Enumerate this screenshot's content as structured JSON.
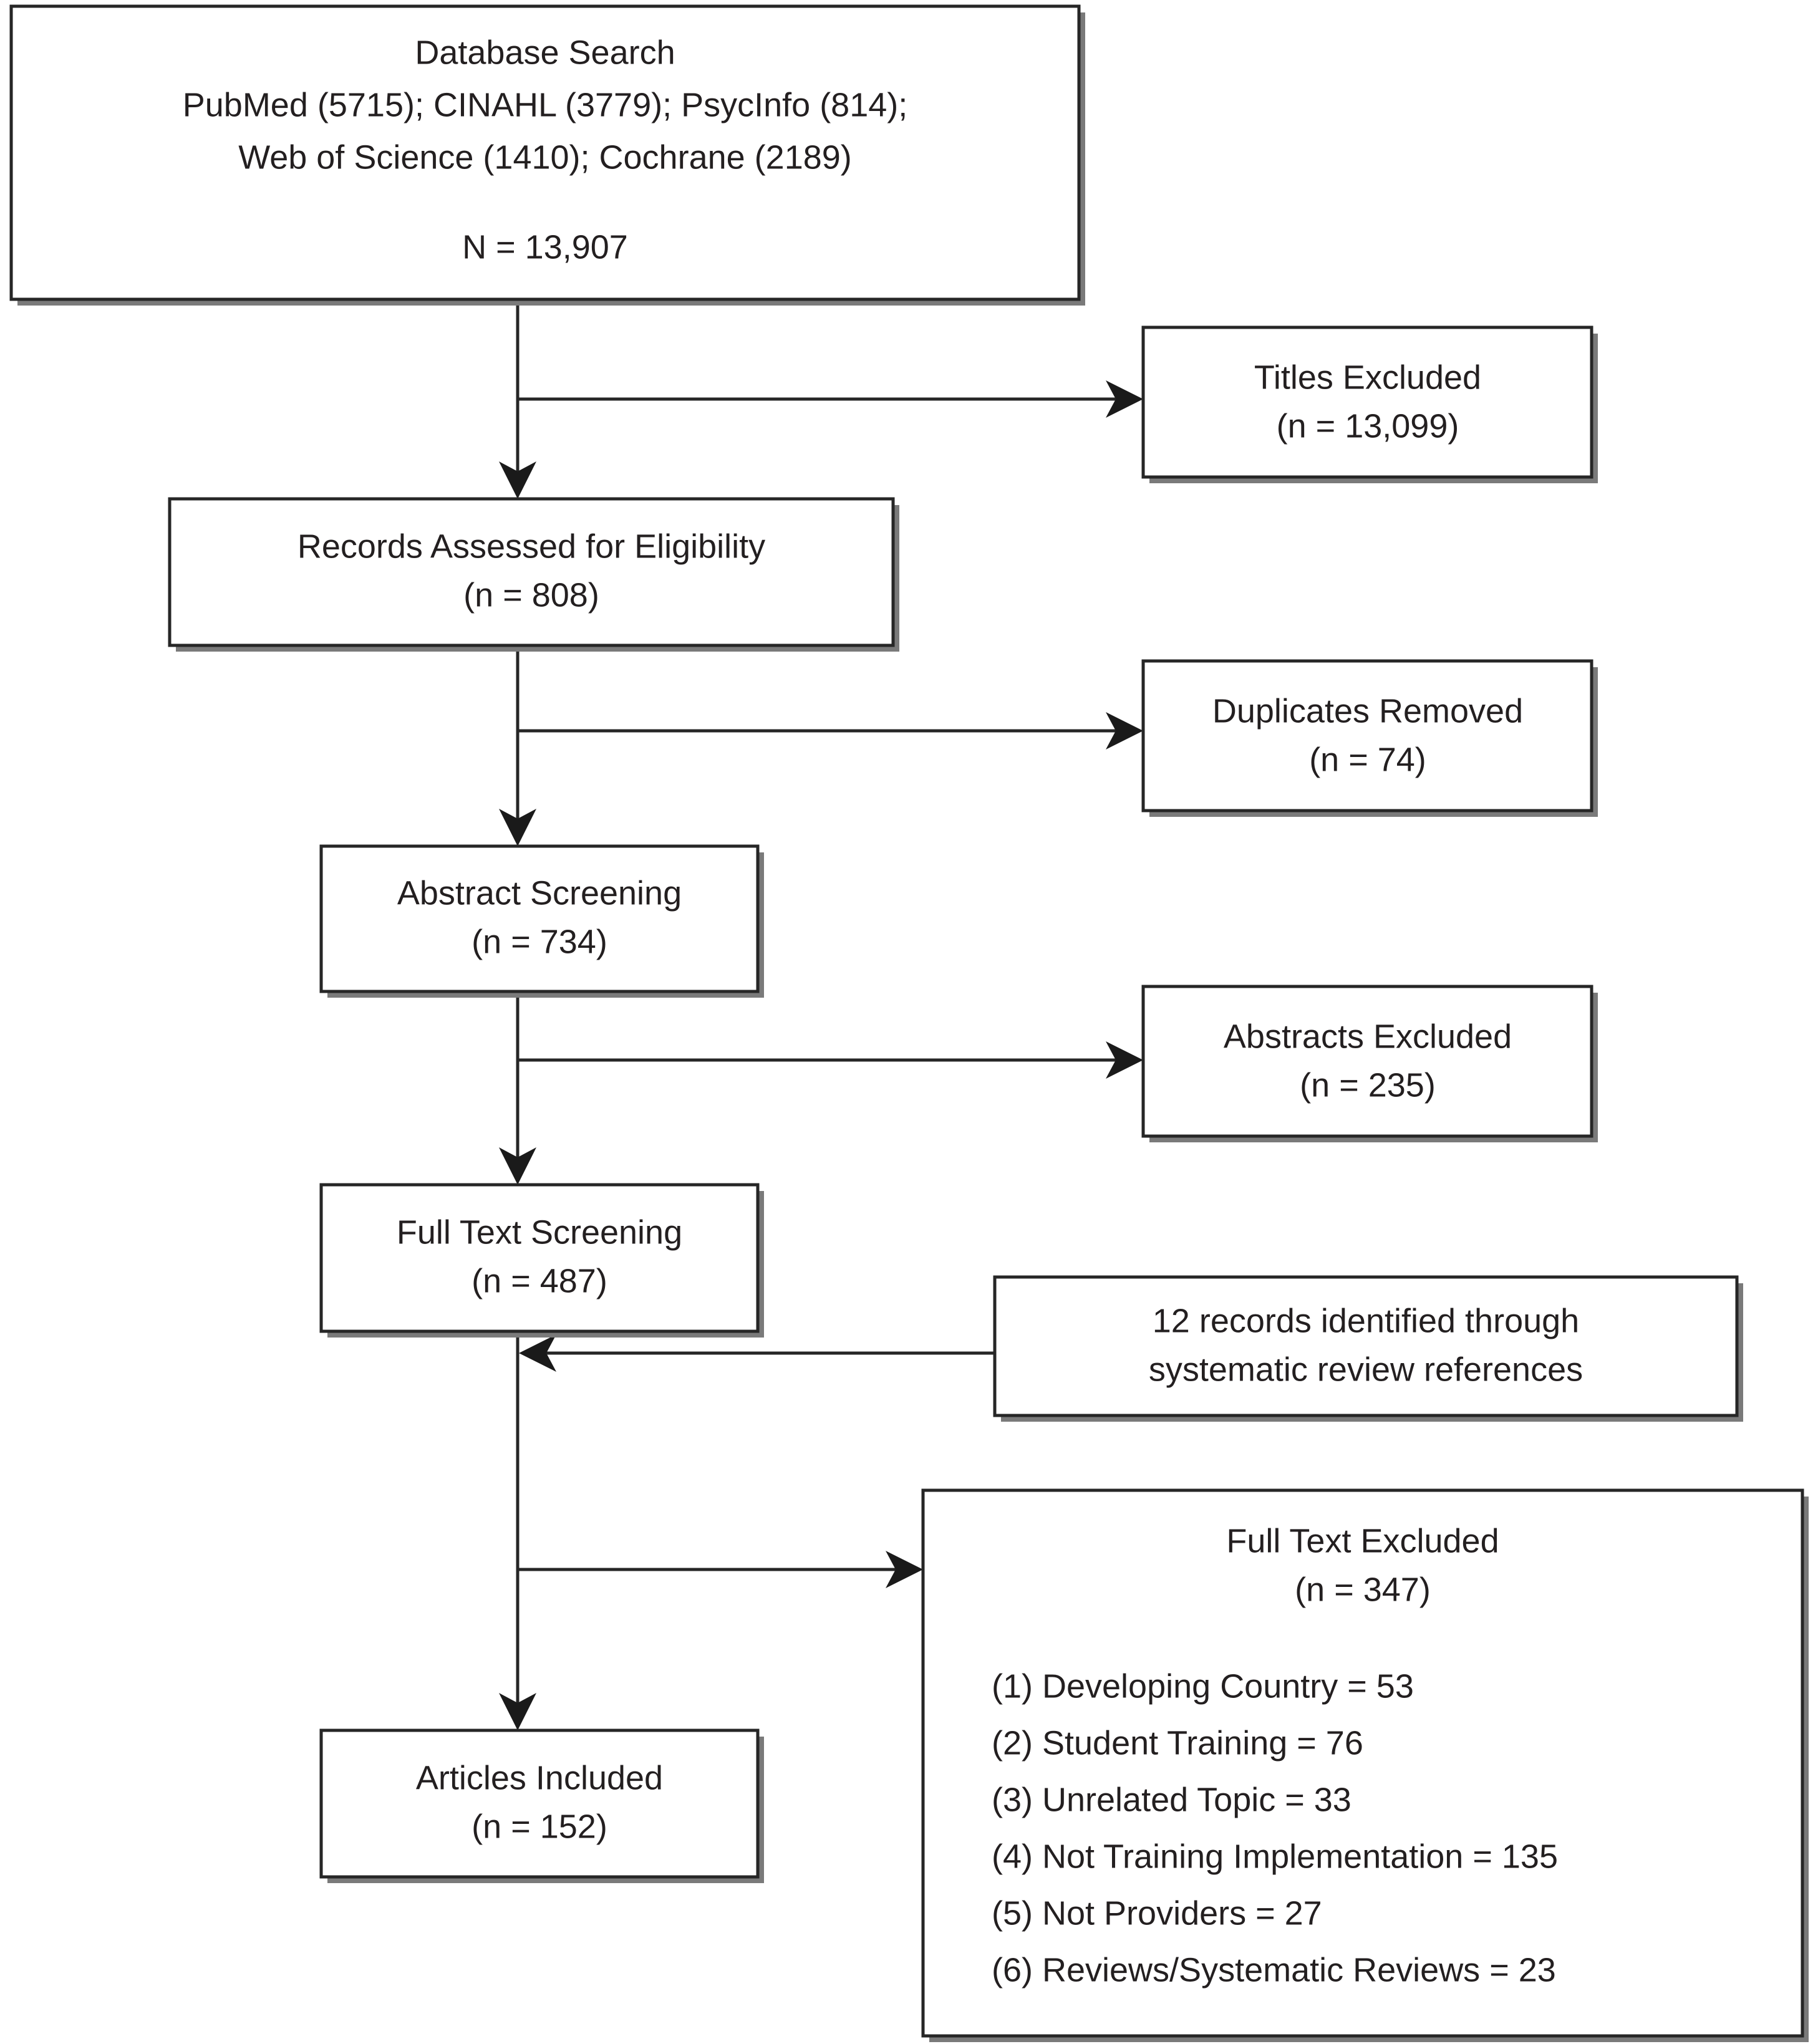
{
  "diagram": {
    "type": "prisma-flow-diagram",
    "title": "PRISMA Study Selection Flow Diagram",
    "nodes": {
      "database_search": {
        "label": "Database Search",
        "lines": [
          "Database Search",
          "PubMed (5715);  CINAHL (3779);  PsycInfo (814);",
          "Web of Science  (1410); Cochrane (2189)",
          "N = 13,907"
        ],
        "sources": [
          {
            "name": "PubMed",
            "count": 5715
          },
          {
            "name": "CINAHL",
            "count": 3779
          },
          {
            "name": "PsycInfo",
            "count": 814
          },
          {
            "name": "Web of Science",
            "count": 1410
          },
          {
            "name": "Cochrane",
            "count": 2189
          }
        ],
        "total_label": "N = 13,907",
        "total": 13907
      },
      "titles_excluded": {
        "line1": "Titles Excluded",
        "line2": "(n = 13,099)",
        "n": 13099
      },
      "records_assessed": {
        "line1": "Records Assessed for Eligibility",
        "line2": "(n = 808)",
        "n": 808
      },
      "duplicates_removed": {
        "line1": "Duplicates Removed",
        "line2": "(n = 74)",
        "n": 74
      },
      "abstract_screening": {
        "line1": "Abstract Screening",
        "line2": "(n = 734)",
        "n": 734
      },
      "abstracts_excluded": {
        "line1": "Abstracts Excluded",
        "line2": "(n = 235)",
        "n": 235
      },
      "full_text_screening": {
        "line1": "Full Text Screening",
        "line2": "(n = 487)",
        "n": 487
      },
      "additional_records": {
        "line1": "12 records identified through",
        "line2": "systematic review references",
        "n": 12
      },
      "full_text_excluded": {
        "line1": "Full Text Excluded",
        "line2": "(n = 347)",
        "n": 347,
        "reasons": [
          "(1) Developing Country = 53",
          "(2) Student Training = 76",
          "(3) Unrelated Topic = 33",
          "(4) Not Training Implementation = 135",
          "(5) Not Providers = 27",
          "(6) Reviews/Systematic Reviews = 23"
        ]
      },
      "articles_included": {
        "line1": "Articles Included",
        "line2": "(n = 152)",
        "n": 152
      }
    },
    "colors": {
      "box_border": "#262626",
      "box_fill": "#ffffff",
      "text": "#231f20",
      "connector": "#262626",
      "shadow": "#7a7a7a"
    }
  }
}
